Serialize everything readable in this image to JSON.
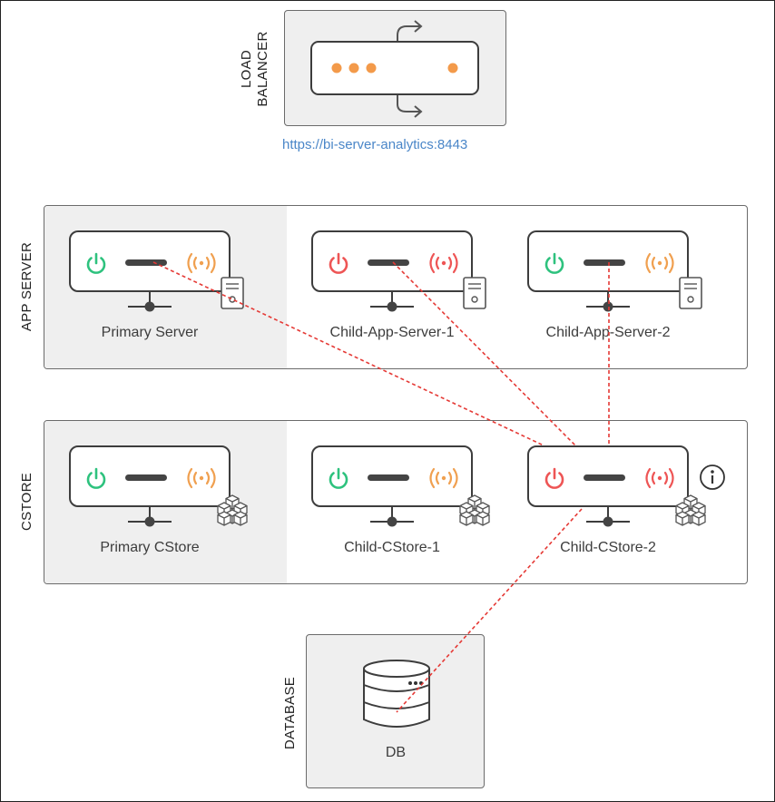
{
  "load_balancer": {
    "title": "LOAD\nBALANCER",
    "url": "https://bi-server-analytics:8443"
  },
  "app_server": {
    "title": "APP SERVER",
    "nodes": [
      {
        "label": "Primary Server",
        "power": "green",
        "signal": "orange"
      },
      {
        "label": "Child-App-Server-1",
        "power": "red",
        "signal": "red"
      },
      {
        "label": "Child-App-Server-2",
        "power": "green",
        "signal": "orange"
      }
    ]
  },
  "cstore": {
    "title": "CSTORE",
    "nodes": [
      {
        "label": "Primary CStore",
        "power": "green",
        "signal": "orange"
      },
      {
        "label": "Child-CStore-1",
        "power": "green",
        "signal": "orange"
      },
      {
        "label": "Child-CStore-2",
        "power": "red",
        "signal": "red"
      }
    ]
  },
  "database": {
    "title": "DATABASE",
    "label": "DB"
  },
  "colors": {
    "green": "#2ec27e",
    "red": "#ee5555",
    "orange": "#f0a050",
    "link": "#e53935",
    "url": "#4a86c8"
  },
  "icons": {
    "power": "power-icon",
    "signal": "broadcast-icon",
    "server": "server-tower-icon",
    "cube": "cubes-icon",
    "info": "info-icon",
    "database": "database-icon"
  }
}
